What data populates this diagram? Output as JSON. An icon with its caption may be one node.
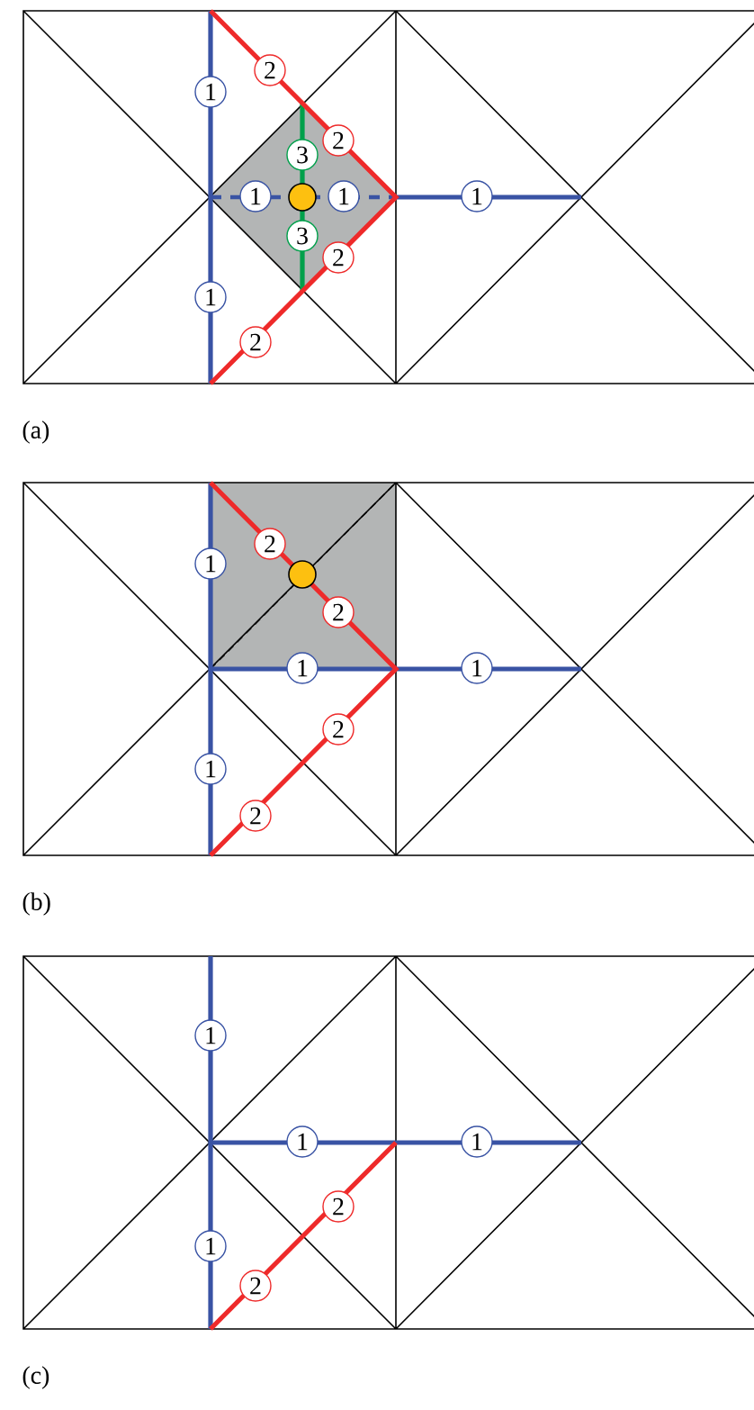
{
  "diagram": {
    "nodes": [
      {
        "text": [
          "2"
        ]
      },
      {
        "text": [
          "1"
        ]
      },
      {
        "text": [
          "2"
        ]
      },
      {
        "text": [
          "3"
        ]
      },
      {
        "text": [
          "1"
        ]
      },
      {
        "text": [
          "1"
        ]
      },
      {
        "text": [
          "1"
        ]
      },
      {
        "text": [
          "3"
        ]
      },
      {
        "text": [
          "2"
        ]
      },
      {
        "text": [
          "1"
        ]
      },
      {
        "text": [
          "2"
        ]
      },
      {
        "text": [
          "2"
        ]
      },
      {
        "text": [
          "1"
        ]
      },
      {
        "text": [
          "2"
        ]
      },
      {
        "text": [
          "1"
        ]
      },
      {
        "text": [
          "1"
        ]
      },
      {
        "text": [
          "2"
        ]
      },
      {
        "text": [
          "1"
        ]
      },
      {
        "text": [
          "2"
        ]
      },
      {
        "text": [
          "1"
        ]
      },
      {
        "text": [
          "1"
        ]
      },
      {
        "text": [
          "1"
        ]
      },
      {
        "text": [
          "2"
        ]
      },
      {
        "text": [
          "1"
        ]
      },
      {
        "text": [
          "2"
        ]
      }
    ],
    "labels": [
      "(a)",
      "(b)",
      "(c)"
    ]
  }
}
